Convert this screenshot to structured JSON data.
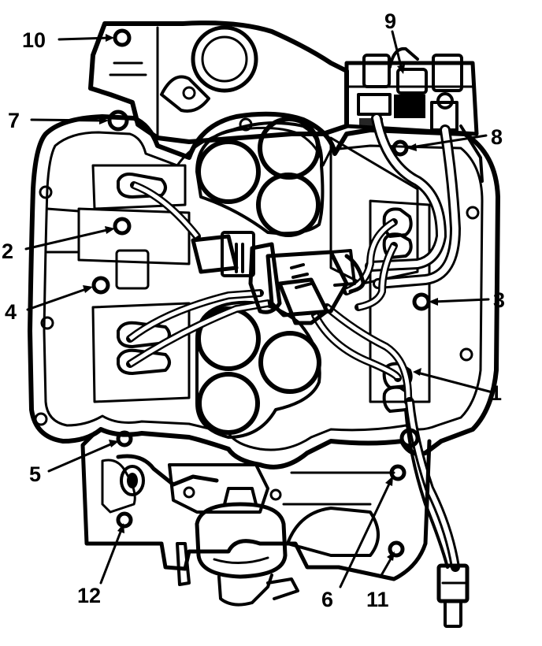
{
  "diagram": {
    "callouts": [
      {
        "id": "1",
        "label": "1"
      },
      {
        "id": "2",
        "label": "2"
      },
      {
        "id": "3",
        "label": "3"
      },
      {
        "id": "4",
        "label": "4"
      },
      {
        "id": "5",
        "label": "5"
      },
      {
        "id": "6",
        "label": "6"
      },
      {
        "id": "7",
        "label": "7"
      },
      {
        "id": "8",
        "label": "8"
      },
      {
        "id": "9",
        "label": "9"
      },
      {
        "id": "10",
        "label": "10"
      },
      {
        "id": "11",
        "label": "11"
      },
      {
        "id": "12",
        "label": "12"
      }
    ],
    "colors": {
      "ink": "#000000",
      "paper": "#ffffff"
    }
  }
}
